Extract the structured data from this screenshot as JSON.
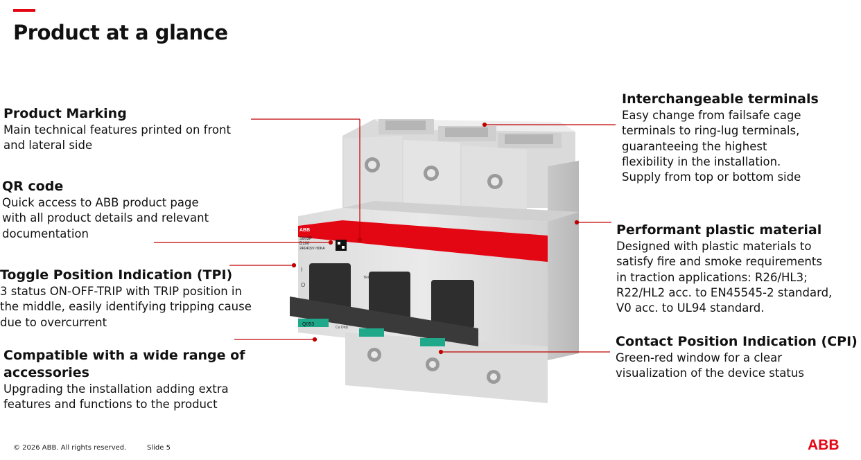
{
  "slide": {
    "title": "Product at a glance"
  },
  "callouts": {
    "product_marking": {
      "title": "Product Marking",
      "lines": [
        "Main technical features printed on front",
        "and lateral side"
      ]
    },
    "qr_code": {
      "title": "QR code",
      "lines": [
        "Quick access to ABB product page",
        "with all product details and relevant",
        "documentation"
      ]
    },
    "tpi": {
      "title": "Toggle Position Indication (TPI)",
      "lines": [
        "3 status ON-OFF-TRIP with TRIP position in",
        "the middle, easily identifying tripping cause",
        "due to overcurrent"
      ]
    },
    "accessories": {
      "title_lines": [
        "Compatible with a wide range of",
        "accessories"
      ],
      "lines": [
        "Upgrading the installation adding extra",
        "features and functions to the product"
      ]
    },
    "terminals": {
      "title": "Interchangeable terminals",
      "lines": [
        "Easy change from failsafe cage",
        "terminals to ring-lug terminals,",
        "guaranteeing the highest",
        "flexibility in the installation.",
        "Supply from top or bottom side"
      ]
    },
    "plastic": {
      "title": "Performant plastic material",
      "lines": [
        "Designed with plastic materials to",
        "satisfy fire and smoke requirements",
        "in traction applications: R26/HL3;",
        "R22/HL2 acc. to EN45545-2 standard,",
        "V0 acc. to UL94 standard."
      ]
    },
    "cpi": {
      "title": "Contact Position Indication (CPI)",
      "lines": [
        "Green-red window for a clear",
        "visualization of the device status"
      ]
    }
  },
  "device": {
    "brand": "ABB",
    "model": "S803P",
    "rating": "D100",
    "voltage": "240/415V~50KA",
    "trip_label": "TRIP",
    "toggle_on": "I",
    "toggle_off": "O",
    "code": "Q053",
    "cu_only": "Cu Only",
    "accent_color": "#e30613",
    "green_color": "#1fa88a"
  },
  "footer": {
    "copyright": "© 2026 ABB. All rights reserved.",
    "slide_label": "Slide 5"
  },
  "logo": {
    "text": "ABB",
    "color": "#e30613"
  }
}
